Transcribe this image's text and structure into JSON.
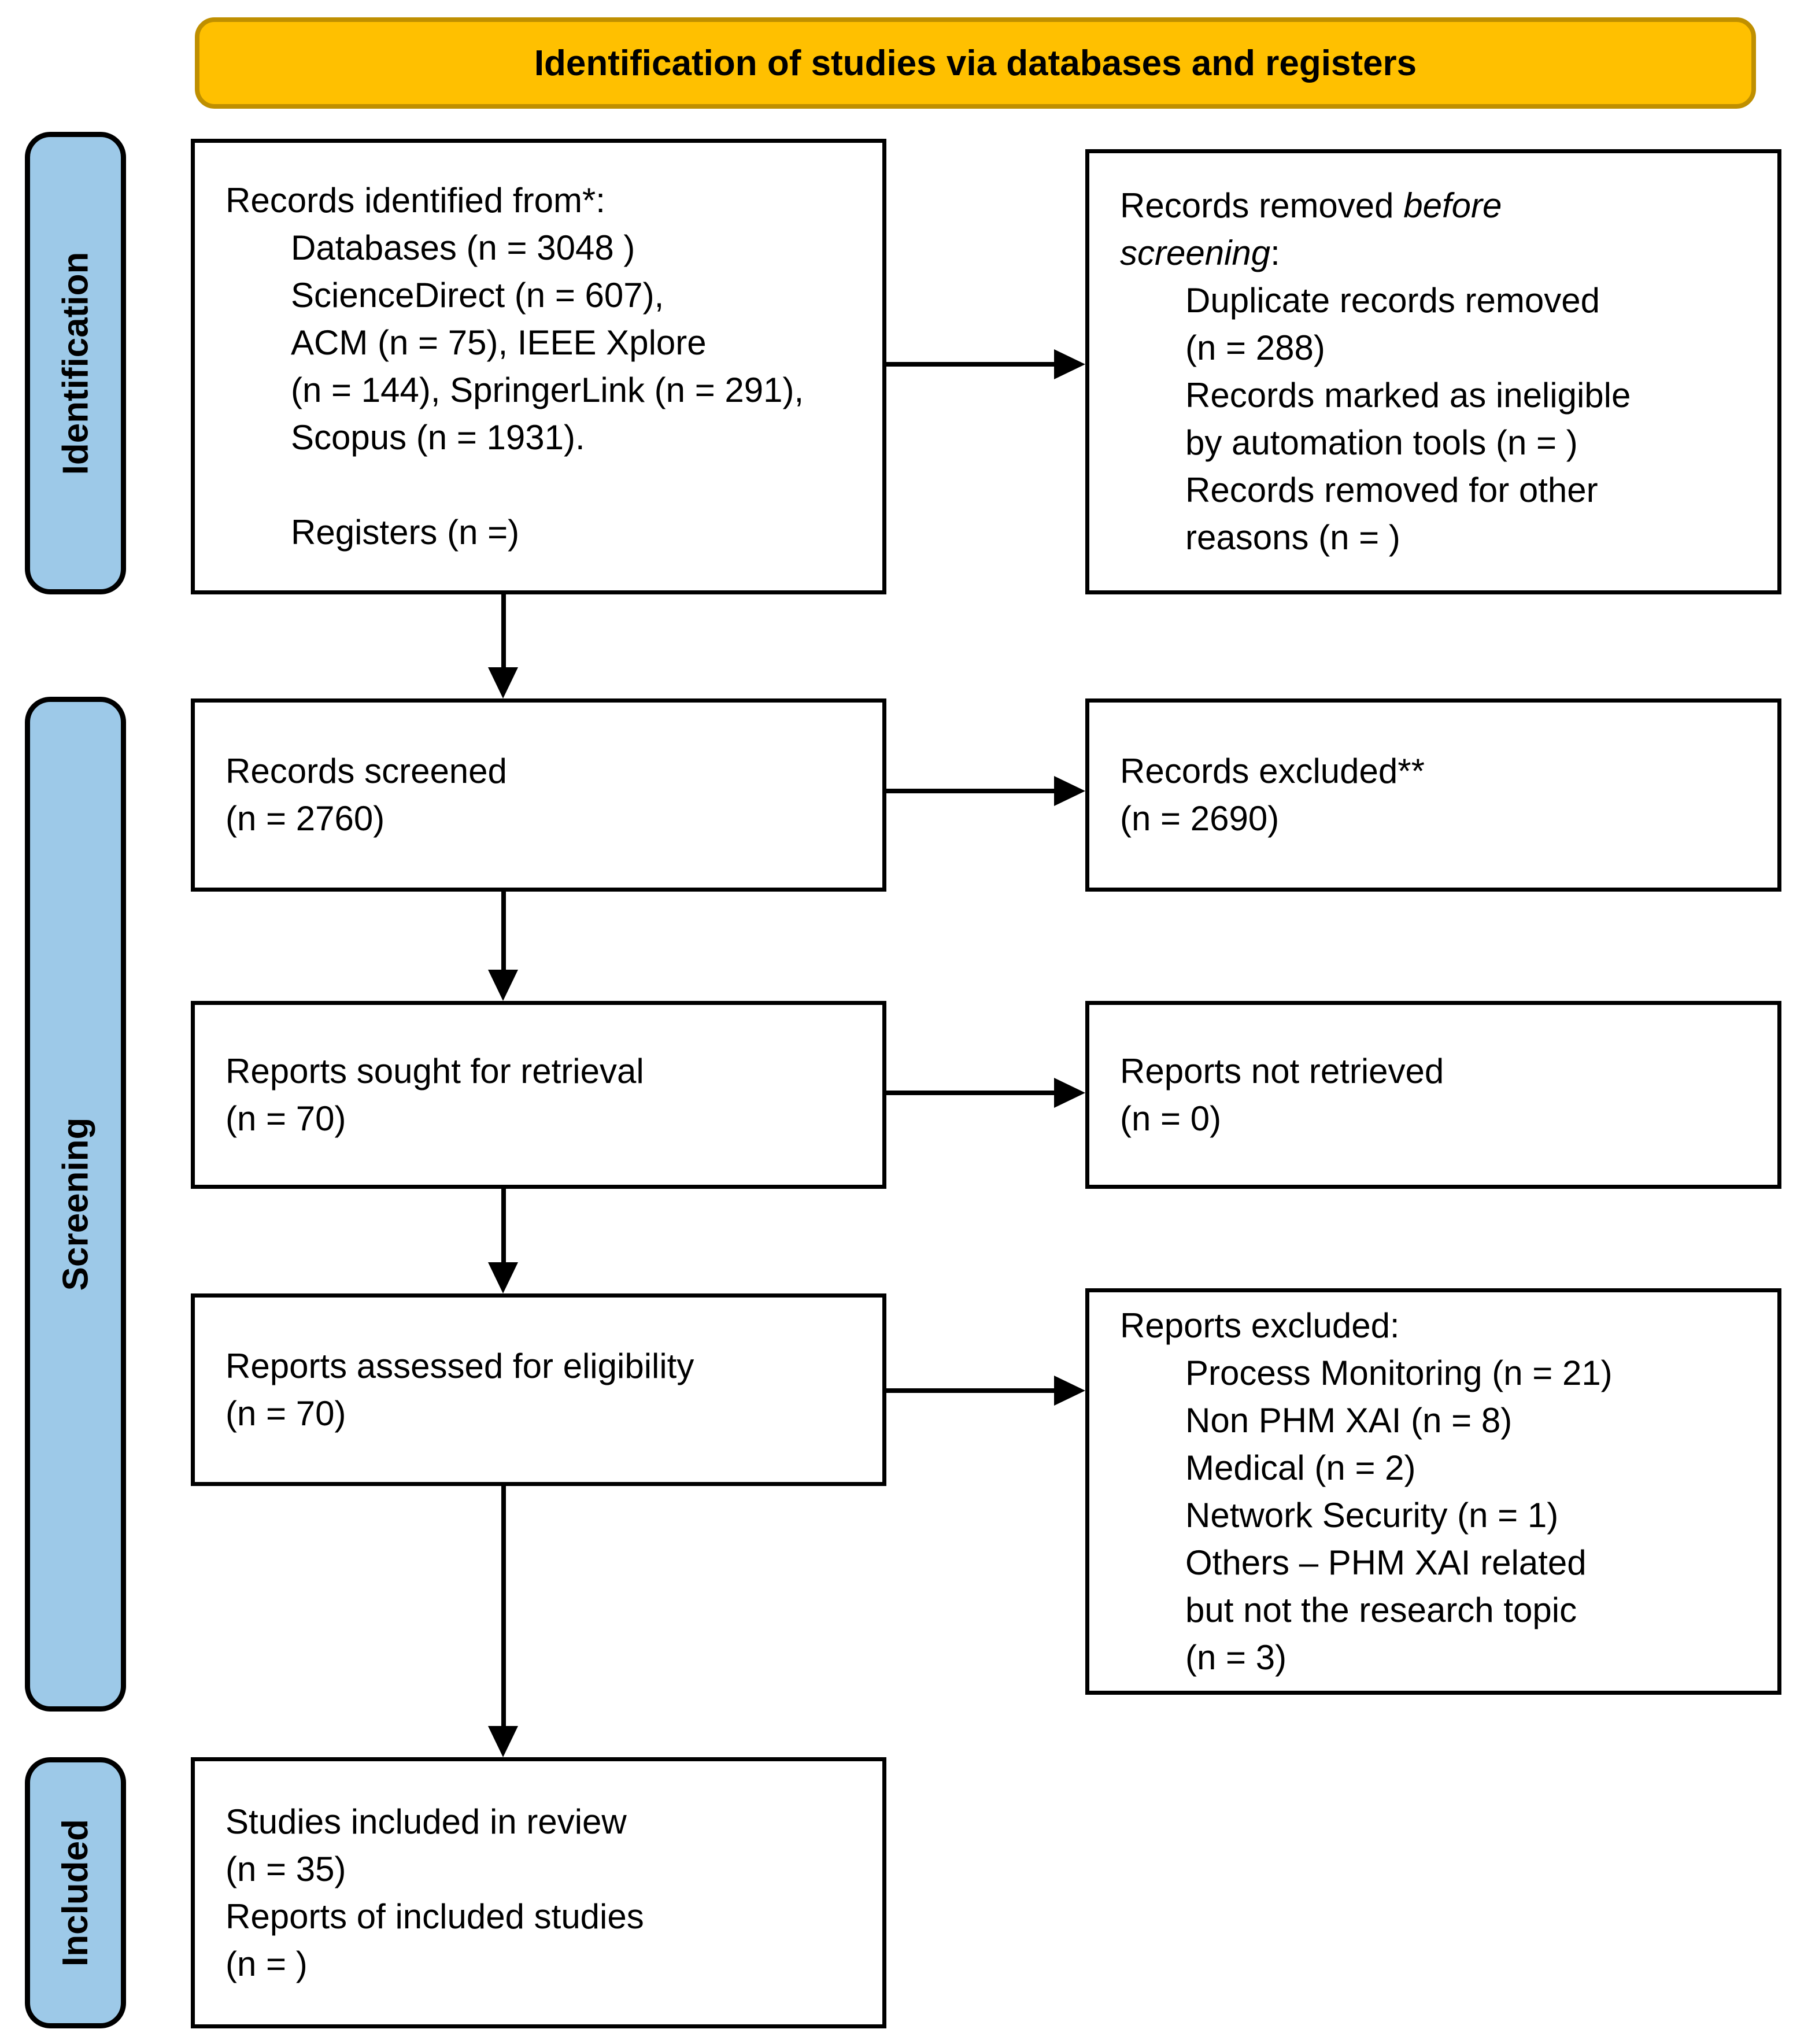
{
  "title": "Identification of studies via databases and registers",
  "sidebar": {
    "identification": "Identification",
    "screening": "Screening",
    "included": "Included"
  },
  "colors": {
    "banner_fill": "#FFC000",
    "banner_border": "#BF8F00",
    "sidebar_fill": "#9DC9E8",
    "box_border": "#000000"
  },
  "boxes": {
    "records_identified": {
      "lines": [
        {
          "indent": 0,
          "seg": [
            {
              "t": "Records identified from*:"
            }
          ]
        },
        {
          "indent": 1,
          "seg": [
            {
              "t": "Databases (n = 3048 )"
            }
          ]
        },
        {
          "indent": 1,
          "seg": [
            {
              "t": "ScienceDirect (n = 607),"
            }
          ]
        },
        {
          "indent": 1,
          "seg": [
            {
              "t": "ACM (n = 75), IEEE Xplore"
            }
          ]
        },
        {
          "indent": 1,
          "seg": [
            {
              "t": "(n = 144), SpringerLink (n = 291),"
            }
          ]
        },
        {
          "indent": 1,
          "seg": [
            {
              "t": "Scopus (n = 1931)."
            }
          ]
        },
        {
          "indent": 0,
          "seg": [
            {
              "t": " "
            }
          ]
        },
        {
          "indent": 1,
          "seg": [
            {
              "t": "Registers (n =)"
            }
          ]
        }
      ]
    },
    "records_removed": {
      "lines": [
        {
          "indent": 0,
          "seg": [
            {
              "t": "Records removed "
            },
            {
              "t": "before",
              "i": true
            }
          ]
        },
        {
          "indent": 0,
          "seg": [
            {
              "t": "screening",
              "i": true
            },
            {
              "t": ":"
            }
          ]
        },
        {
          "indent": 1,
          "seg": [
            {
              "t": "Duplicate records removed"
            }
          ]
        },
        {
          "indent": 1,
          "seg": [
            {
              "t": "(n = 288)"
            }
          ]
        },
        {
          "indent": 1,
          "seg": [
            {
              "t": "Records marked as ineligible"
            }
          ]
        },
        {
          "indent": 1,
          "seg": [
            {
              "t": "by automation tools (n = )"
            }
          ]
        },
        {
          "indent": 1,
          "seg": [
            {
              "t": "Records removed for other"
            }
          ]
        },
        {
          "indent": 1,
          "seg": [
            {
              "t": "reasons (n = )"
            }
          ]
        }
      ]
    },
    "records_screened": {
      "lines": [
        {
          "indent": 0,
          "seg": [
            {
              "t": "Records screened"
            }
          ]
        },
        {
          "indent": 0,
          "seg": [
            {
              "t": "(n = 2760)"
            }
          ]
        }
      ]
    },
    "records_excluded": {
      "lines": [
        {
          "indent": 0,
          "seg": [
            {
              "t": "Records excluded**"
            }
          ]
        },
        {
          "indent": 0,
          "seg": [
            {
              "t": "(n = 2690)"
            }
          ]
        }
      ]
    },
    "reports_sought": {
      "lines": [
        {
          "indent": 0,
          "seg": [
            {
              "t": "Reports sought for retrieval"
            }
          ]
        },
        {
          "indent": 0,
          "seg": [
            {
              "t": "(n = 70)"
            }
          ]
        }
      ]
    },
    "reports_not_retrieved": {
      "lines": [
        {
          "indent": 0,
          "seg": [
            {
              "t": "Reports not retrieved"
            }
          ]
        },
        {
          "indent": 0,
          "seg": [
            {
              "t": "(n = 0)"
            }
          ]
        }
      ]
    },
    "reports_assessed": {
      "lines": [
        {
          "indent": 0,
          "seg": [
            {
              "t": "Reports assessed for eligibility"
            }
          ]
        },
        {
          "indent": 0,
          "seg": [
            {
              "t": "(n = 70)"
            }
          ]
        }
      ]
    },
    "reports_excluded": {
      "lines": [
        {
          "indent": 0,
          "seg": [
            {
              "t": "Reports excluded:"
            }
          ]
        },
        {
          "indent": 1,
          "seg": [
            {
              "t": "Process Monitoring (n = 21)"
            }
          ]
        },
        {
          "indent": 1,
          "seg": [
            {
              "t": "Non PHM XAI (n = 8)"
            }
          ]
        },
        {
          "indent": 1,
          "seg": [
            {
              "t": "Medical (n = 2)"
            }
          ]
        },
        {
          "indent": 1,
          "seg": [
            {
              "t": "Network Security (n = 1)"
            }
          ]
        },
        {
          "indent": 1,
          "seg": [
            {
              "t": "Others – PHM XAI related"
            }
          ]
        },
        {
          "indent": 1,
          "seg": [
            {
              "t": "but not the research topic"
            }
          ]
        },
        {
          "indent": 1,
          "seg": [
            {
              "t": "(n = 3)"
            }
          ]
        }
      ]
    },
    "studies_included": {
      "lines": [
        {
          "indent": 0,
          "seg": [
            {
              "t": "Studies included in review"
            }
          ]
        },
        {
          "indent": 0,
          "seg": [
            {
              "t": "(n = 35)"
            }
          ]
        },
        {
          "indent": 0,
          "seg": [
            {
              "t": "Reports of included studies"
            }
          ]
        },
        {
          "indent": 0,
          "seg": [
            {
              "t": "(n = )"
            }
          ]
        }
      ]
    }
  }
}
